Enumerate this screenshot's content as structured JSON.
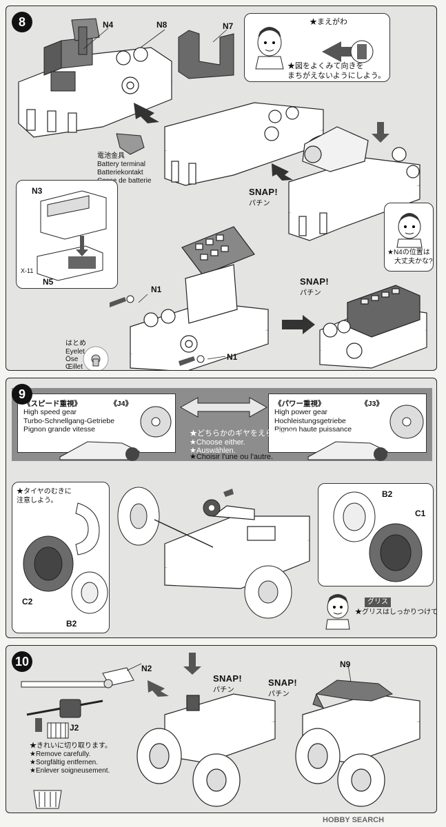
{
  "step8": {
    "number": "8",
    "parts": {
      "n4": "N4",
      "n8": "N8",
      "n7": "N7",
      "n3": "N3",
      "n5": "N5",
      "x11": "X-11",
      "n1_top": "N1",
      "n1_bottom": "N1"
    },
    "callout_front": {
      "star": "★まえがわ",
      "text_line1": "★図をよくみて向きを",
      "text_line2": "まちがえないようにしよう。"
    },
    "battery": {
      "jp": "電池金具",
      "en": "Battery terminal",
      "de": "Batteriekontakt",
      "fr": "Cosse de batterie"
    },
    "snap1": {
      "en": "SNAP!",
      "jp": "パチン"
    },
    "snap2": {
      "en": "SNAP!",
      "jp": "パチン"
    },
    "callout_n4": {
      "line1": "★N4の位置は",
      "line2": "大丈夫かな?"
    },
    "eyelet": {
      "jp": "はとめ",
      "en": "Eyelet",
      "de": "Öse",
      "fr": "Œillet"
    }
  },
  "step9": {
    "number": "9",
    "speed": {
      "title": "《スピード重視》",
      "code": "《J4》",
      "en": "High speed gear",
      "de": "Turbo-Schnellgang-Getriebe",
      "fr": "Pignon grande vitesse"
    },
    "power": {
      "title": "《パワー重視》",
      "code": "《J3》",
      "en": "High power gear",
      "de": "Hochleistungsgetriebe",
      "fr": "Pignon haute puissance"
    },
    "choose": {
      "jp": "★どちらかのギヤをえらびます!",
      "en": "★Choose either.",
      "de": "★Auswählen.",
      "fr": "★Choisir l'une ou l'autre."
    },
    "tire_note": {
      "line1": "★タイヤのむきに",
      "line2": "注意しよう。"
    },
    "parts": {
      "c2": "C2",
      "b2_left": "B2",
      "b2_right": "B2",
      "c1": "C1"
    },
    "grease": {
      "tag": "グリス",
      "text": "★グリスはしっかりつけてね。"
    }
  },
  "step10": {
    "number": "10",
    "parts": {
      "n2": "N2",
      "j2": "J2",
      "n9": "N9"
    },
    "snap1": {
      "en": "SNAP!",
      "jp": "パチン"
    },
    "snap2": {
      "en": "SNAP!",
      "jp": "パチン"
    },
    "remove": {
      "jp": "★きれいに切り取ります。",
      "en": "★Remove carefully.",
      "de": "★Sorgfältig entfernen.",
      "fr": "★Enlever soigneusement."
    }
  },
  "watermark": "HOBBY SEARCH",
  "colors": {
    "panel": "#e4e4e2",
    "banner": "#8d8d8d",
    "part_dark": "#555555",
    "tire": "#6b6b6b",
    "stroke": "#222222"
  }
}
